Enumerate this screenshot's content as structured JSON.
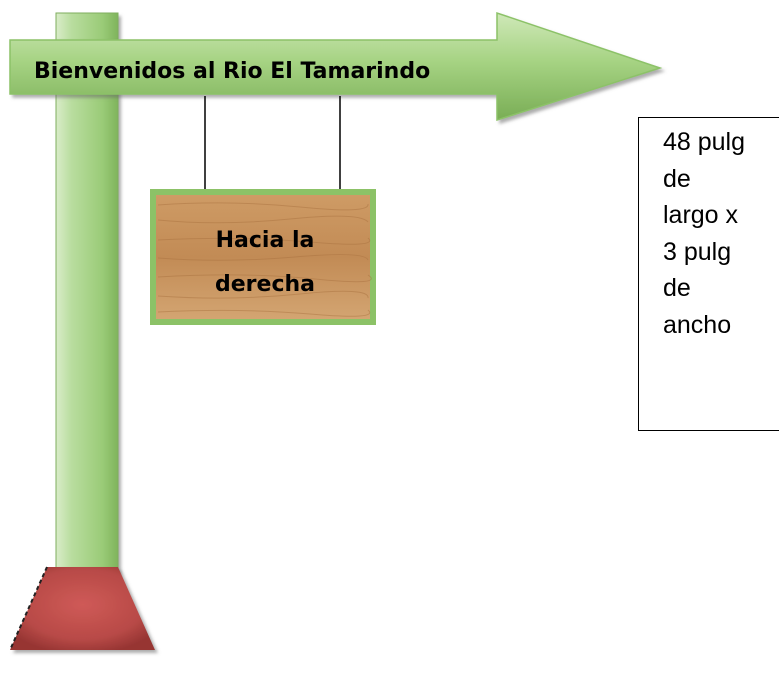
{
  "arrow_sign": {
    "text": "Bienvenidos al Rio El Tamarindo",
    "color": "#8cc267"
  },
  "hanging_sign": {
    "line1": "Hacia la",
    "line2": "derecha",
    "color": "#c9945e",
    "border_color": "#8cc267"
  },
  "post": {
    "color": "#a9d68b"
  },
  "base": {
    "color": "#c0504d"
  },
  "dimension_note": {
    "text": "48 pulg\nde\nlargo x\n3 pulg\nde\nancho"
  }
}
